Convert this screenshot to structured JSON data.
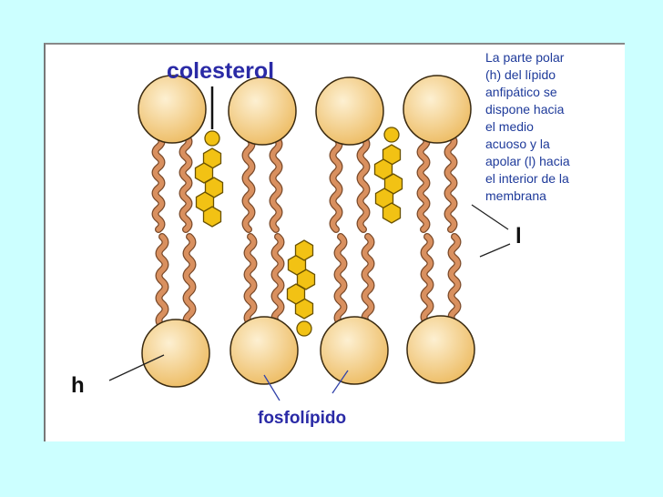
{
  "labels": {
    "cholesterol": "colesterol",
    "phospholipid": "fosfolípido",
    "polar_head": "h",
    "apolar_tail": "l"
  },
  "description_lines": [
    "La parte polar",
    "(h) del lípido",
    "anfipático se",
    "dispone hacia",
    "el medio",
    "acuoso y la",
    "apolar (l) hacia",
    "el interior de la",
    "membrana"
  ],
  "colors": {
    "background": "#ccffff",
    "head": "#f3cf85",
    "tail": "#d9905f",
    "cholesterol": "#f2c214",
    "label_blue": "#2a2aa6"
  }
}
